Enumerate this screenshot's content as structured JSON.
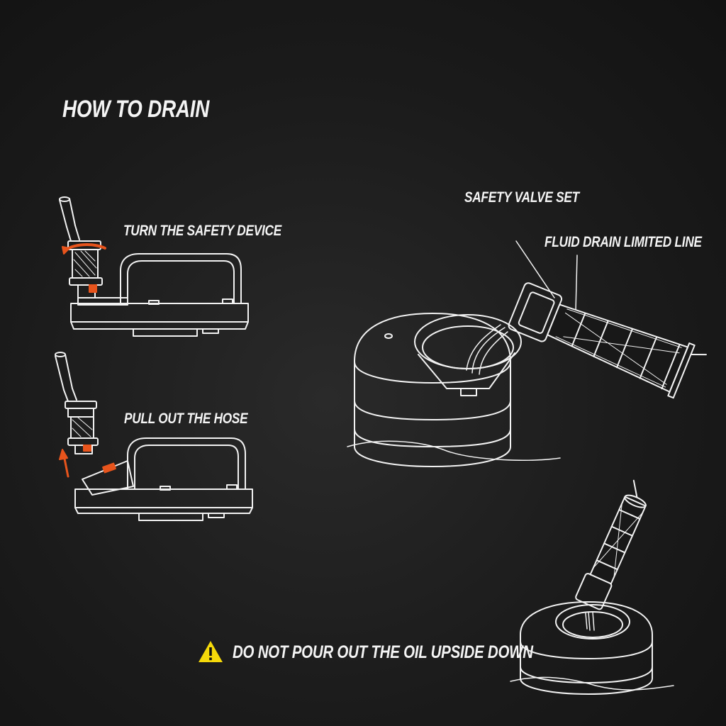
{
  "title": "HOW TO DRAIN",
  "steps": [
    {
      "label": "TURN THE SAFETY DEVICE"
    },
    {
      "label": "PULL OUT THE HOSE"
    }
  ],
  "callouts": {
    "safety_valve": "SAFETY VALVE SET",
    "fluid_drain": "FLUID DRAIN LIMITED LINE"
  },
  "warning": {
    "text": "DO NOT POUR OUT THE OIL UPSIDE DOWN",
    "icon": "warning-triangle-icon"
  },
  "colors": {
    "background": "#1b1b1b",
    "line_art": "#f2f2f2",
    "accent_arrow": "#e8541c",
    "warning_icon": "#f5d90a"
  }
}
